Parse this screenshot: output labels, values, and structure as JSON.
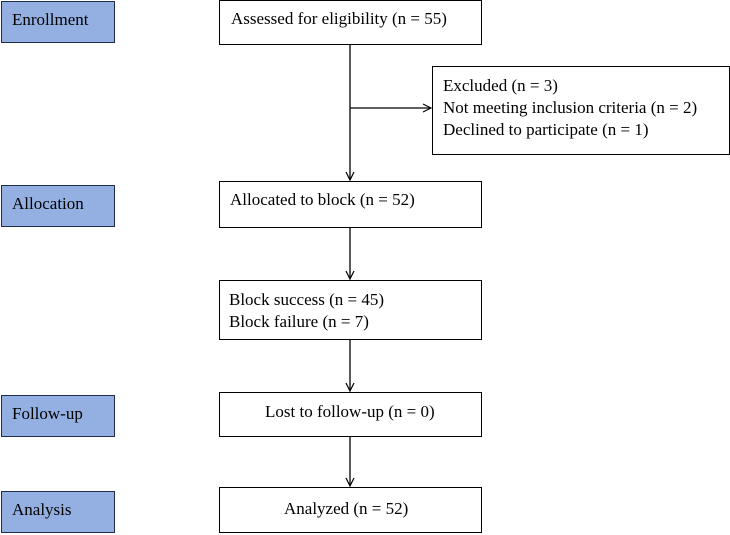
{
  "stages": {
    "enrollment": "Enrollment",
    "allocation": "Allocation",
    "follow_up": "Follow-up",
    "analysis": "Analysis"
  },
  "boxes": {
    "assessed": [
      "Assessed for eligibility (n = 55)"
    ],
    "excluded": [
      "Excluded (n = 3)",
      "Not meeting inclusion criteria (n = 2)",
      "Declined to participate (n = 1)"
    ],
    "allocated": [
      "Allocated to block (n = 52)"
    ],
    "block_result": [
      "Block success (n = 45)",
      "Block failure (n = 7)"
    ],
    "lost": [
      "Lost to follow-up (n = 0)"
    ],
    "analyzed": [
      "Analyzed (n = 52)"
    ]
  }
}
